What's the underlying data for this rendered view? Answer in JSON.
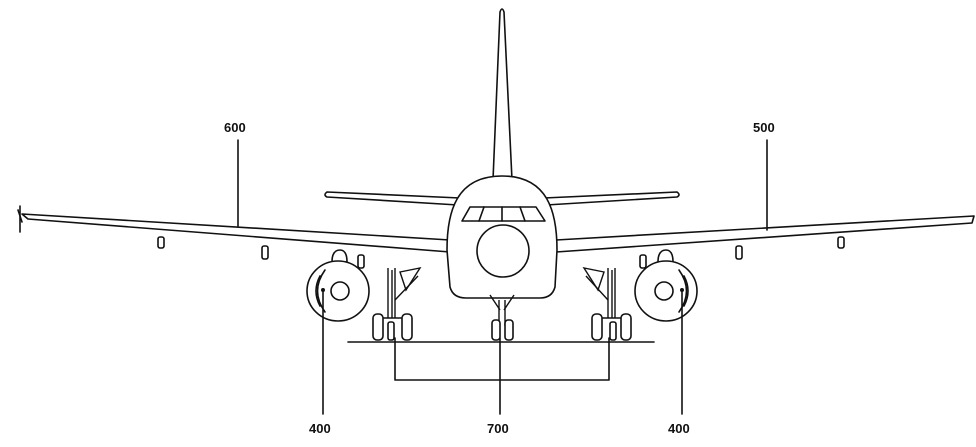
{
  "figure": {
    "reference_numerals": {
      "right_wing": "500",
      "left_wing": "600",
      "left_engine": "400",
      "right_engine": "400",
      "landing_gear": "700"
    }
  }
}
